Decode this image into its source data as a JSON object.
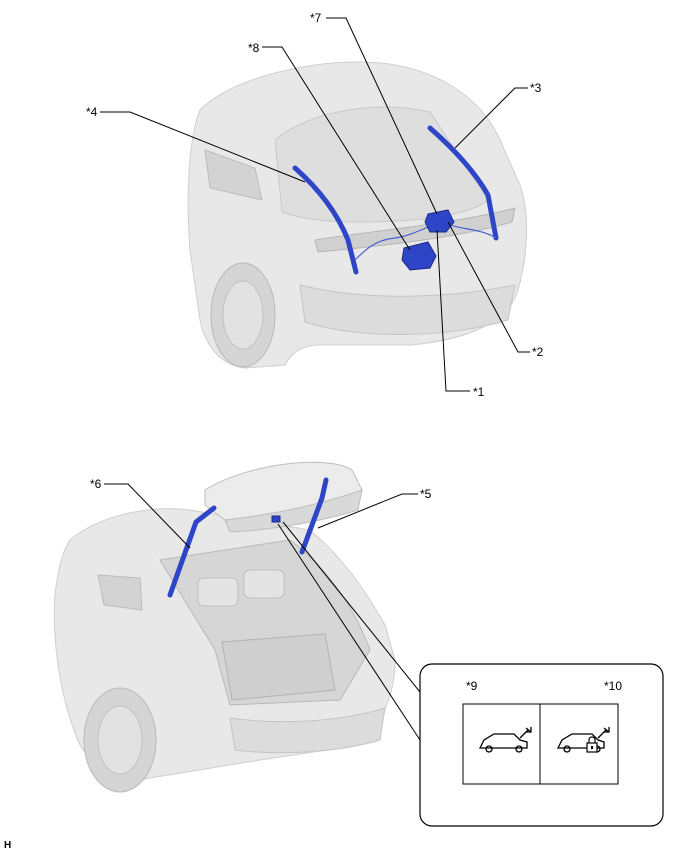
{
  "callouts": {
    "c1": "*1",
    "c2": "*2",
    "c3": "*3",
    "c4": "*4",
    "c5": "*5",
    "c6": "*6",
    "c7": "*7",
    "c8": "*8",
    "c9": "*9",
    "c10": "*10"
  },
  "corner_code": "H",
  "colors": {
    "part_highlight": "#2f45c8",
    "part_dark": "#1a2a8a",
    "car_body": "#e6e6e6",
    "car_shadow": "#c9c9c9",
    "leader": "#000000"
  },
  "icons": {
    "switch_left": "car-back-door-open-icon",
    "switch_right": "car-back-door-lock-icon"
  }
}
